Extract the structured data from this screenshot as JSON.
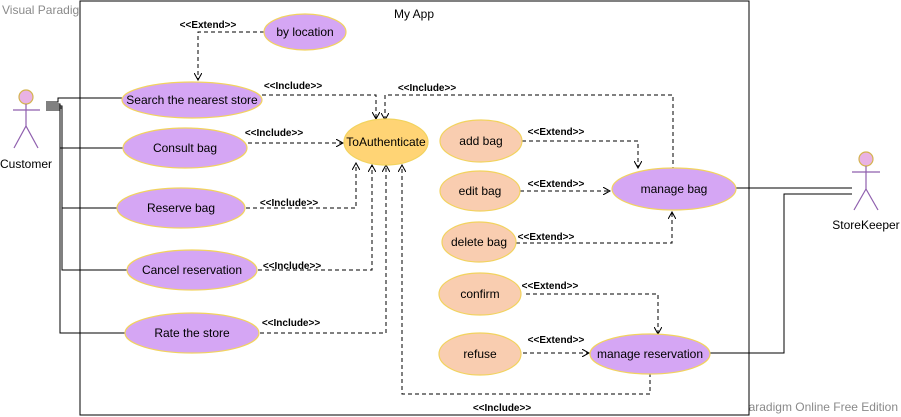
{
  "watermark": "Visual Paradigm Online Free Edition",
  "system": {
    "name": "My App"
  },
  "actors": {
    "customer": "Customer",
    "storekeeper": "StoreKeeper"
  },
  "use_cases": {
    "by_location": "by location",
    "search_nearest_store": "Search the nearest store",
    "consult_bag": "Consult bag",
    "reserve_bag": "Reserve bag",
    "cancel_reservation": "Cancel reservation",
    "rate_store": "Rate the store",
    "to_authenticate": "ToAuthenticate",
    "add_bag": "add bag",
    "edit_bag": "edit bag",
    "delete_bag": "delete bag",
    "manage_bag": "manage bag",
    "confirm": "confirm",
    "refuse": "refuse",
    "manage_reservation": "manage reservation"
  },
  "stereotypes": {
    "extend": "<<Extend>>",
    "include": "<<Include>>"
  },
  "colors": {
    "use_case_purple": "#d5a6f4",
    "use_case_orange": "#f9cdb0",
    "authenticate_fill": "#ffd475",
    "use_case_border": "#f2d35f",
    "actor_fill": "#e9b2e4",
    "actor_head_border": "#d4b44f"
  }
}
